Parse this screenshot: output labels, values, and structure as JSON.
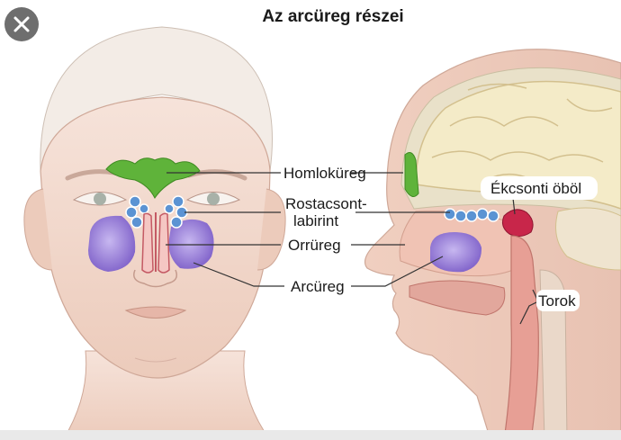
{
  "title": "Az arcüreg részei",
  "close_button": {
    "icon": "close-icon"
  },
  "labels": {
    "homlokureg": "Homloküreg",
    "rostacsont_1": "Rostacsont-",
    "rostacsont_2": "labirint",
    "orrureg": "Orrüreg",
    "arcureg": "Arcüreg",
    "ekcsonti": "Ékcsonti öböl",
    "torok": "Torok"
  },
  "colors": {
    "frontal_sinus": "#5fb33a",
    "ethmoid": "#4f87c9",
    "maxillary": "#8b6fd1",
    "sphenoid": "#c8264a",
    "skin": "#f1d2c4",
    "brain": "#f4ebc8"
  }
}
